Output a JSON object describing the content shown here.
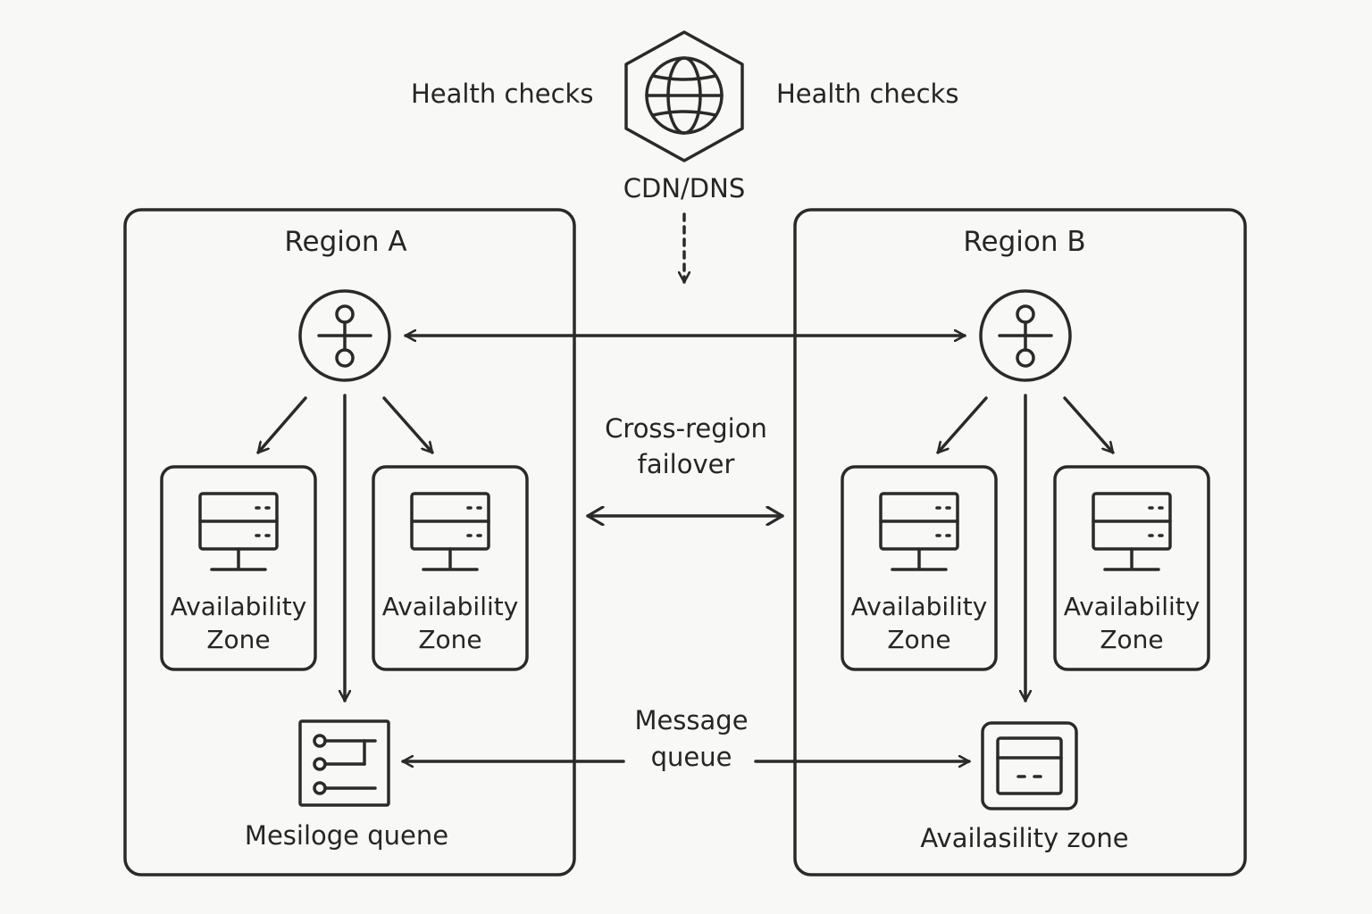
{
  "cdn": {
    "label": "CDN/DNS",
    "icon": "globe-icon",
    "health_left": "Health checks",
    "health_right": "Health checks"
  },
  "region_a": {
    "title": "Region A",
    "router_icon": "load-balancer-icon",
    "zones": [
      {
        "line1": "Availability",
        "line2": "Zone",
        "icon": "server-icon"
      },
      {
        "line1": "Availability",
        "line2": "Zone",
        "icon": "server-icon"
      }
    ],
    "bottom": {
      "label": "Mesiloge quene",
      "icon": "message-queue-icon"
    }
  },
  "region_b": {
    "title": "Region B",
    "router_icon": "load-balancer-icon",
    "zones": [
      {
        "line1": "Availability",
        "line2": "Zone",
        "icon": "server-icon"
      },
      {
        "line1": "Availability",
        "line2": "Zone",
        "icon": "server-icon"
      }
    ],
    "bottom": {
      "label": "Availasility zone",
      "icon": "storage-icon"
    }
  },
  "links": {
    "failover_line1": "Cross-region",
    "failover_line2": "failover",
    "queue_line1": "Message",
    "queue_line2": "queue"
  },
  "colors": {
    "background": "#f8f8f7",
    "stroke": "#2a2a2a",
    "text": "#252525"
  }
}
